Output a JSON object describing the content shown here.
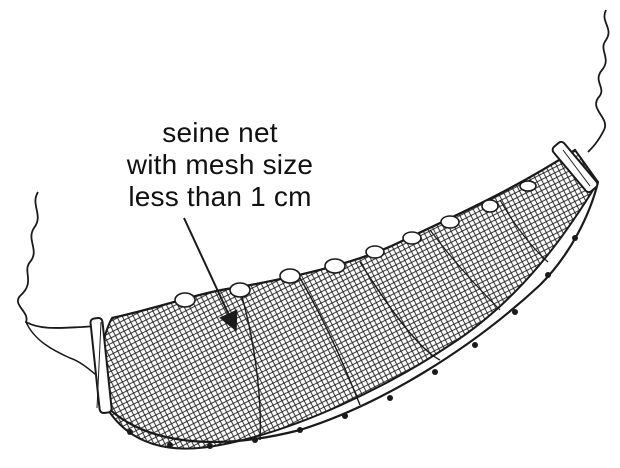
{
  "diagram": {
    "label_lines": [
      "seine net",
      "with mesh size",
      "less than 1 cm"
    ],
    "colors": {
      "ink": "#1a1a1a",
      "net_fill": "#ffffff"
    },
    "parts": [
      "net-body-icon",
      "mesh-pattern-icon",
      "float-icon",
      "left-pole-icon",
      "right-pole-icon",
      "left-rope-icon",
      "right-rope-icon",
      "pointer-arrow"
    ]
  }
}
